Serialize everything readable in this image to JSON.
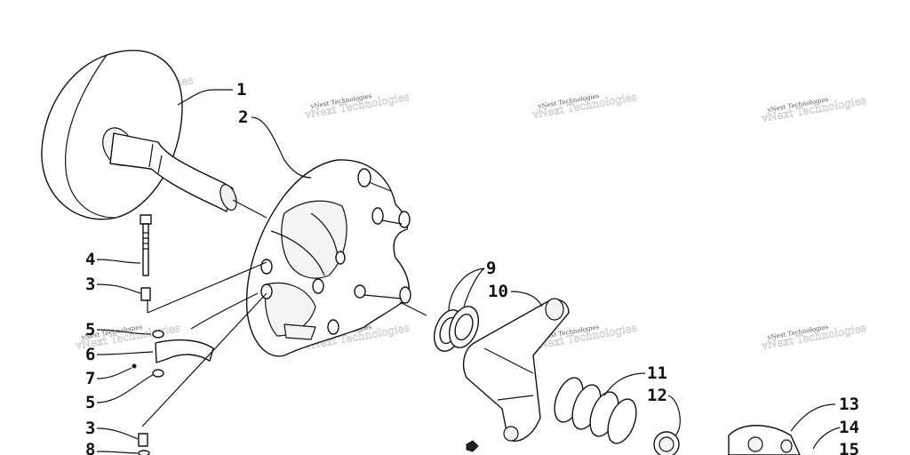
{
  "diagram": {
    "part_labels": [
      "1",
      "2",
      "3",
      "4",
      "5",
      "6",
      "7",
      "8",
      "9",
      "10",
      "11",
      "12",
      "13",
      "14",
      "15"
    ],
    "callouts": [
      {
        "id": "c1",
        "text": "1"
      },
      {
        "id": "c2",
        "text": "2"
      },
      {
        "id": "c4",
        "text": "4"
      },
      {
        "id": "c3a",
        "text": "3"
      },
      {
        "id": "c5a",
        "text": "5"
      },
      {
        "id": "c6",
        "text": "6"
      },
      {
        "id": "c7",
        "text": "7"
      },
      {
        "id": "c5b",
        "text": "5"
      },
      {
        "id": "c3b",
        "text": "3"
      },
      {
        "id": "c8",
        "text": "8"
      },
      {
        "id": "c9",
        "text": "9"
      },
      {
        "id": "c10",
        "text": "10"
      },
      {
        "id": "c11",
        "text": "11"
      },
      {
        "id": "c12",
        "text": "12"
      },
      {
        "id": "c13",
        "text": "13"
      },
      {
        "id": "c14",
        "text": "14"
      },
      {
        "id": "c15",
        "text": "15"
      }
    ],
    "watermark_text": "vNext Technologies"
  }
}
